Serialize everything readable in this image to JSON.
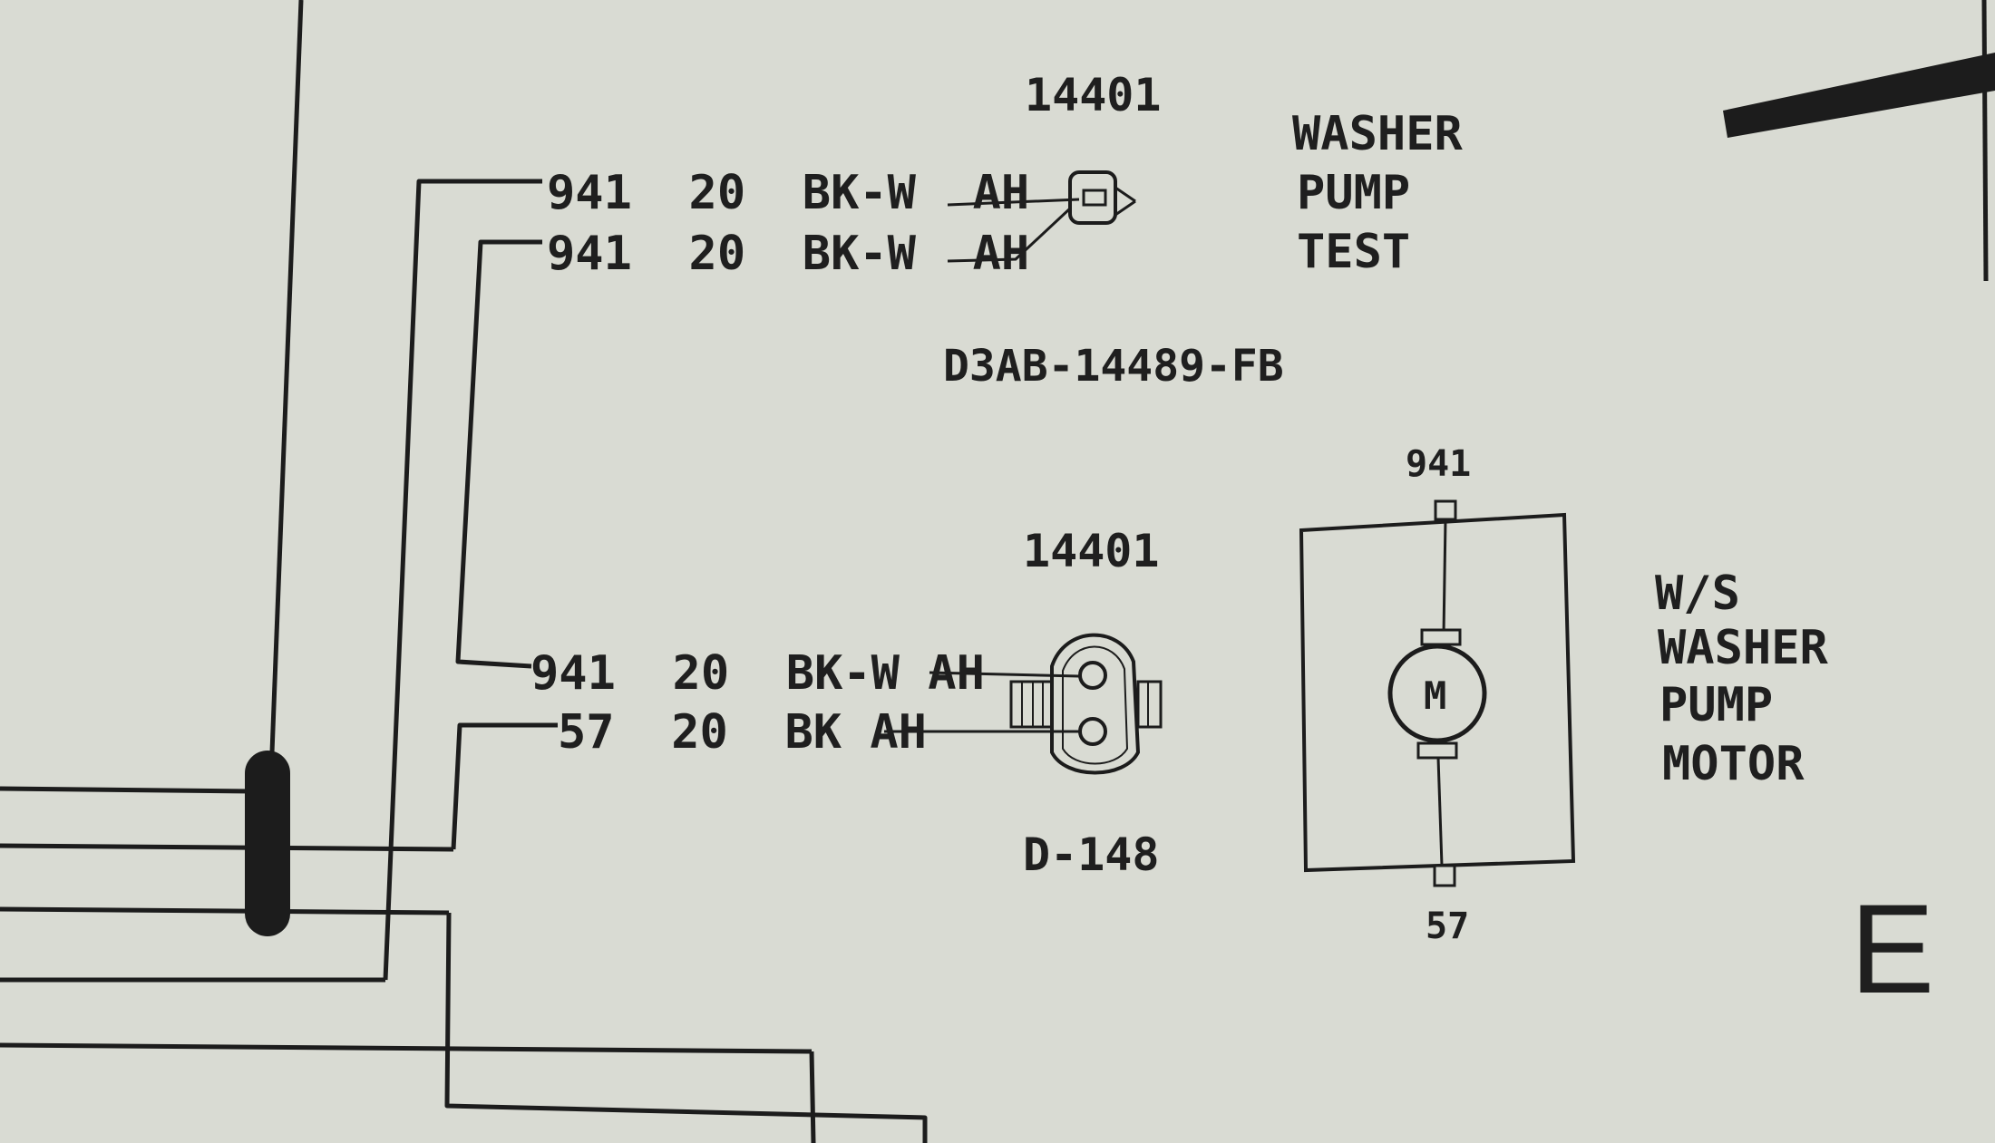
{
  "connectors": {
    "upper": {
      "part_number": "14401",
      "wire_1": "941  20  BK-W  AH",
      "wire_2": "941  20  BK-W  AH",
      "title_lines": [
        "WASHER",
        "PUMP",
        "TEST"
      ],
      "part_code": "D3AB-14489-FB"
    },
    "lower": {
      "part_number": "14401",
      "wire_1": "941  20  BK-W AH",
      "wire_2": "57  20  BK AH",
      "code": "D-148"
    }
  },
  "motor": {
    "terminal_top": "941",
    "terminal_bottom": "57",
    "symbol": "M",
    "title_lines": [
      "W/S",
      "WASHER",
      "PUMP",
      "MOTOR"
    ]
  },
  "zone_letter": "E",
  "colors": {
    "paper": "#d9dbd3",
    "ink": "#1c1c1c"
  }
}
